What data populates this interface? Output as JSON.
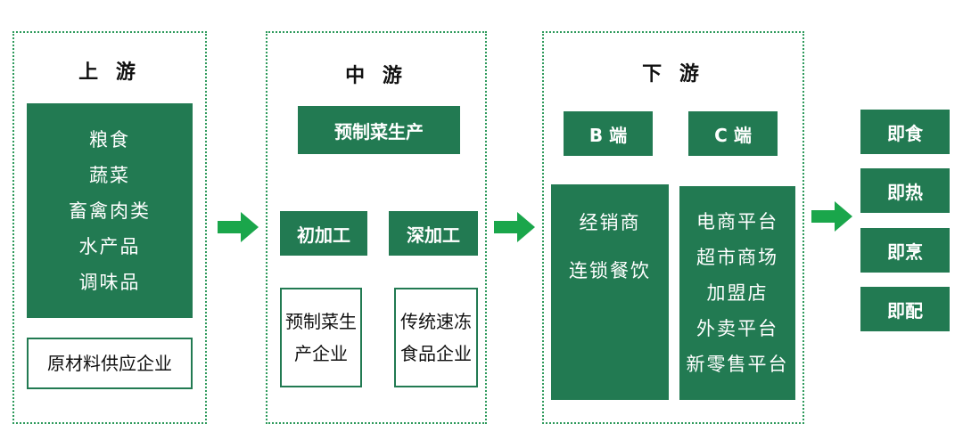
{
  "upstream": {
    "title": "上 游",
    "items": [
      "粮食",
      "蔬菜",
      "畜禽肉类",
      "水产品",
      "调味品"
    ],
    "supplier": "原材料供应企业"
  },
  "midstream": {
    "title": "中 游",
    "production": "预制菜生产",
    "primary": "初加工",
    "deep": "深加工",
    "primary_company": "预制菜生产企业",
    "deep_company": "传统速冻食品企业"
  },
  "downstream": {
    "title": "下 游",
    "b_side": "B 端",
    "c_side": "C 端",
    "b_items": [
      "经销商",
      "连锁餐饮"
    ],
    "c_items": [
      "电商平台",
      "超市商场",
      "加盟店",
      "外卖平台",
      "新零售平台"
    ]
  },
  "products": [
    "即食",
    "即热",
    "即烹",
    "即配"
  ],
  "colors": {
    "dark_green": "#227a52",
    "arrow_green": "#1aa64b",
    "border_green": "#2e9a5c"
  }
}
